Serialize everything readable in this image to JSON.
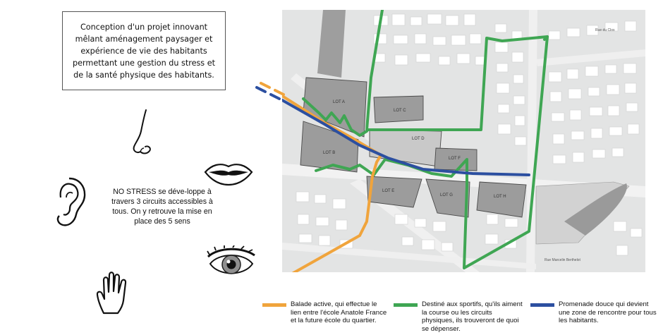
{
  "intro": {
    "text": "Conception d'un projet innovant mêlant aménagement paysager et expérience de vie des habitants permettant une gestion du stress et de la santé physique des habitants."
  },
  "stress": {
    "text": "NO STRESS se déve-loppe à travers 3 circuits accessibles à tous. On y retrouve la mise en place des 5 sens"
  },
  "map": {
    "lots": [
      "LOT A",
      "LOT B",
      "LOT C",
      "LOT D",
      "LOT E",
      "LOT F",
      "LOT G",
      "LOT H"
    ],
    "streets": [
      "Rue du Clos",
      "Rue Marcelin Berthelot"
    ]
  },
  "legend": [
    {
      "label": "Balade active, qui effectue le lien entre l'école Anatole France et la future école du quartier.",
      "color": "#f0a43c"
    },
    {
      "label": "Destiné aux sportifs, qu'ils aiment la course ou les circuits physiques, ils trouveront de quoi se dépenser.",
      "color": "#3fa653"
    },
    {
      "label": "Promenade douce qui devient une zone de rencontre pour tous les habitants.",
      "color": "#2c4fa0"
    }
  ],
  "icons": [
    "nose-icon",
    "ear-icon",
    "mouth-icon",
    "eye-icon",
    "hand-icon"
  ],
  "colors": {
    "orange": "#f0a43c",
    "green": "#3fa653",
    "blue": "#2c4fa0"
  }
}
